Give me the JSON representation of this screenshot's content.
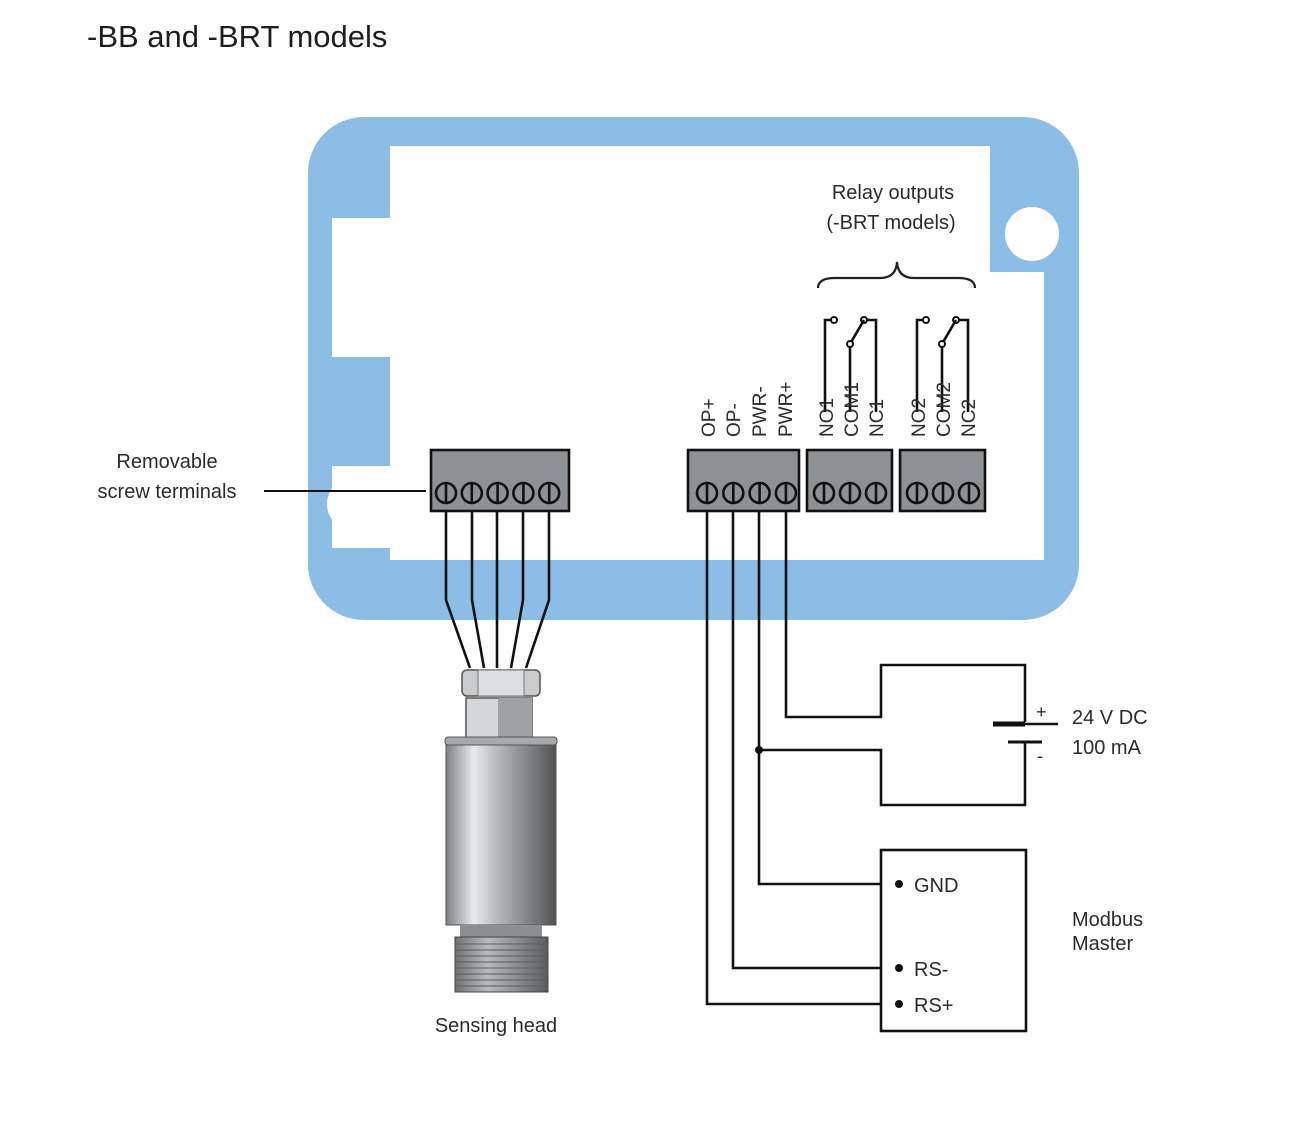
{
  "title": "-BB and -BRT models",
  "labels": {
    "relay_outputs_line1": "Relay outputs",
    "relay_outputs_line2": "(-BRT models)",
    "terminals_line1": "Removable",
    "terminals_line2": "screw terminals",
    "sensing_head": "Sensing head",
    "power_voltage": "24 V DC",
    "power_current": "100 mA",
    "power_plus": "+",
    "power_minus": "-",
    "modbus_line1": "Modbus",
    "modbus_line2": "Master"
  },
  "main_terminal_pins": [
    "OP+",
    "OP-",
    "PWR-",
    "PWR+"
  ],
  "relay1_pins": [
    "NO1",
    "COM1",
    "NC1"
  ],
  "relay2_pins": [
    "NO2",
    "COM2",
    "NC2"
  ],
  "modbus_pins": [
    "GND",
    "RS-",
    "RS+"
  ],
  "sensor_terminal_count": 5,
  "colors": {
    "enclosure": "#8bbde6",
    "terminal_block": "#8e9193",
    "wire": "#111111"
  }
}
